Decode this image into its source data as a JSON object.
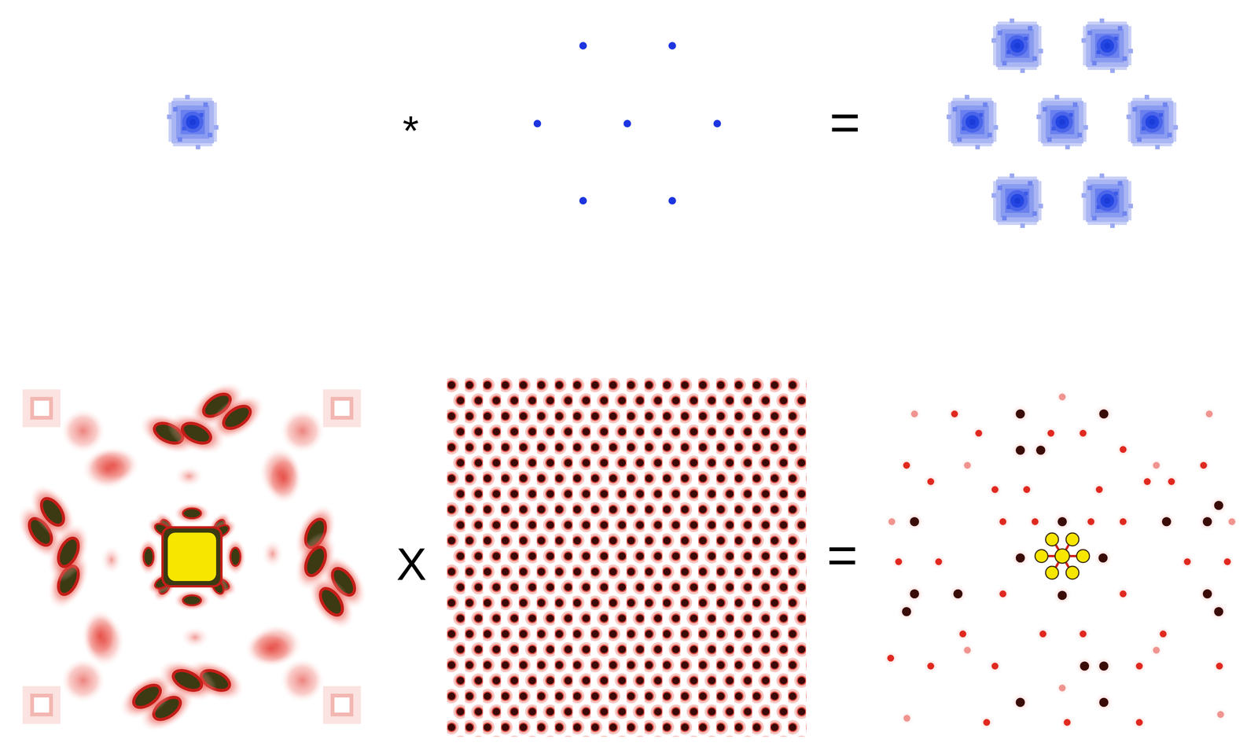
{
  "diagram": {
    "labels": [
      "*",
      "=",
      "X",
      "="
    ]
  }
}
